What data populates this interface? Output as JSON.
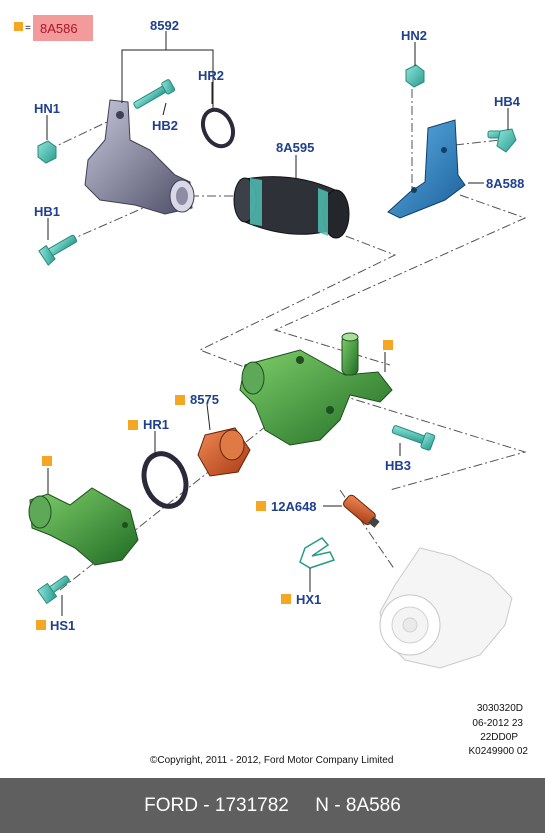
{
  "legend": {
    "selected_part": "8A586",
    "marker_color": "#f5a623",
    "highlight_color": "#f39b9b"
  },
  "labels": {
    "p8592": "8592",
    "hr2": "HR2",
    "hn1": "HN1",
    "hb2": "HB2",
    "hb1": "HB1",
    "p8a595": "8A595",
    "hn2": "HN2",
    "hb4": "HB4",
    "p8a588": "8A588",
    "p8575": "8575",
    "hr1": "HR1",
    "hb3": "HB3",
    "p12a648": "12A648",
    "hx1": "HX1",
    "hs1": "HS1"
  },
  "info_lines": [
    "3030320D",
    "06-2012 23",
    "22DD0P",
    "K0249900 02"
  ],
  "copyright": "©Copyright, 2011 - 2012, Ford Motor Company Limited",
  "footer": {
    "brand_part": "FORD - 1731782",
    "ref": "N - 8A586"
  },
  "colors": {
    "label_blue": "#1f3f8f",
    "green_part": "#3a8a3a",
    "cyan_fastener": "#4fbfb3",
    "blue_bracket": "#2f7fc0",
    "orange_part": "#d4612c",
    "grey_housing": "#7b7b93"
  }
}
